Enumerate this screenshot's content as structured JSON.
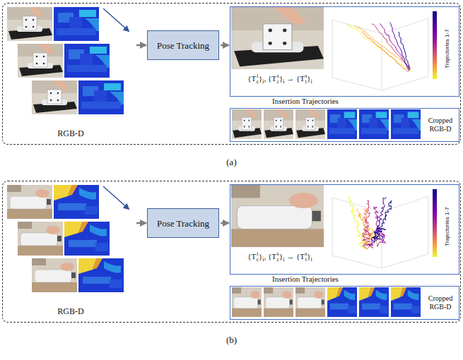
{
  "diagram": {
    "nodes": [
      {
        "text": [
          "(a)"
        ]
      },
      {
        "text": [
          "RGB-D"
        ],
        "in": 0
      },
      {
        "text": [
          "Pose Tracking"
        ],
        "in": 0
      },
      {
        "text": [
          "{Tct}i, {Tcs}i → {Tts}i",
          "Trajectories 1-7",
          "Insertion Trajectories"
        ],
        "in": 0
      },
      {
        "text": [
          "Cropped RGB-D"
        ],
        "in": 0
      },
      {
        "text": [
          "(b)"
        ]
      },
      {
        "text": [
          "RGB-D"
        ],
        "in": 5
      },
      {
        "text": [
          "Pose Tracking"
        ],
        "in": 5
      },
      {
        "text": [
          "{Tct}i, {Tcs}i → {Tts}i",
          "Trajectories 1-7",
          "Insertion Trajectories"
        ],
        "in": 5
      },
      {
        "text": [
          "Cropped RGB-D"
        ],
        "in": 5
      }
    ],
    "edges": [
      {
        "from": 1,
        "to": 2,
        "arrow": "to"
      },
      {
        "from": 2,
        "to": 3,
        "arrow": "to"
      },
      {
        "from": 6,
        "to": 7,
        "arrow": "to"
      },
      {
        "from": 7,
        "to": 8,
        "arrow": "to"
      }
    ]
  }
}
